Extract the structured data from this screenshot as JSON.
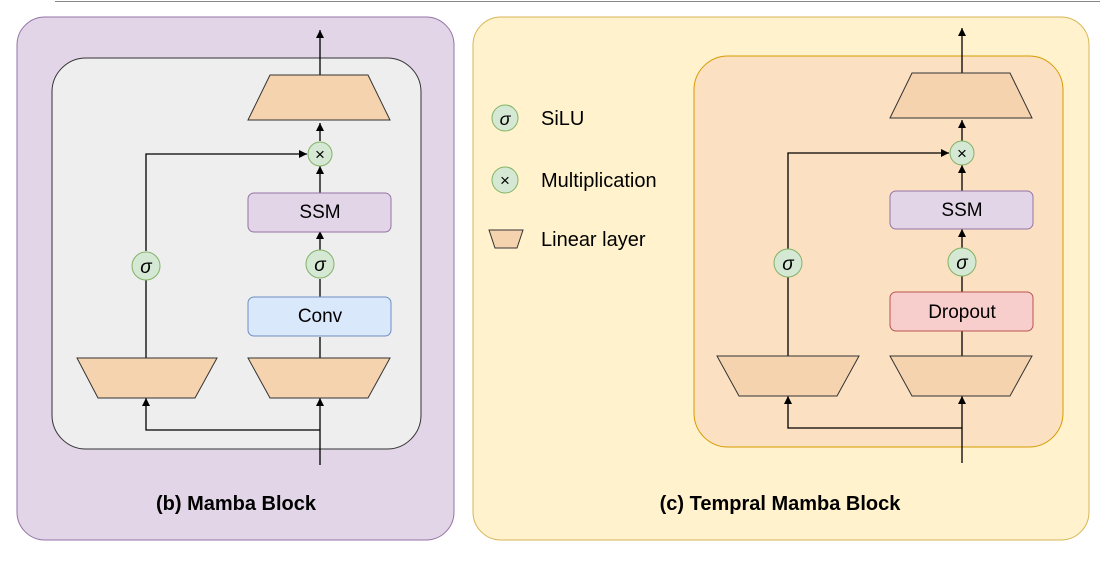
{
  "panels": {
    "mamba": {
      "title": "(b) Mamba Block",
      "ssm_label": "SSM",
      "conv_label": "Conv"
    },
    "temporal": {
      "title": "(c) Tempral Mamba Block",
      "ssm_label": "SSM",
      "dropout_label": "Dropout"
    }
  },
  "symbols": {
    "sigma": "σ",
    "times": "×"
  },
  "legend": {
    "items": [
      {
        "icon": "sigma-circle-icon",
        "label": "SiLU"
      },
      {
        "icon": "multiply-circle-icon",
        "label": "Multiplication"
      },
      {
        "icon": "trapezoid-icon",
        "label": "Linear layer"
      }
    ]
  },
  "colors": {
    "mamba_bg": "#e1d5e7",
    "mamba_border": "#9673a6",
    "inner_bg": "#eeeeee",
    "inner_border": "#333333",
    "temporal_bg": "#fff2cc",
    "temporal_border": "#d6b656",
    "temporal_inner_bg": "#fbe0c2",
    "temporal_inner_border": "#d79b00",
    "linear_fill": "#f5d3ae",
    "linear_stroke": "#333333",
    "ssm_fill": "#e1d5e7",
    "ssm_stroke": "#9673a6",
    "conv_fill": "#dae8fc",
    "conv_stroke": "#6c8ebf",
    "dropout_fill": "#f8cecc",
    "dropout_stroke": "#b85450",
    "op_fill": "#d5e8d4",
    "op_stroke": "#82b366"
  }
}
